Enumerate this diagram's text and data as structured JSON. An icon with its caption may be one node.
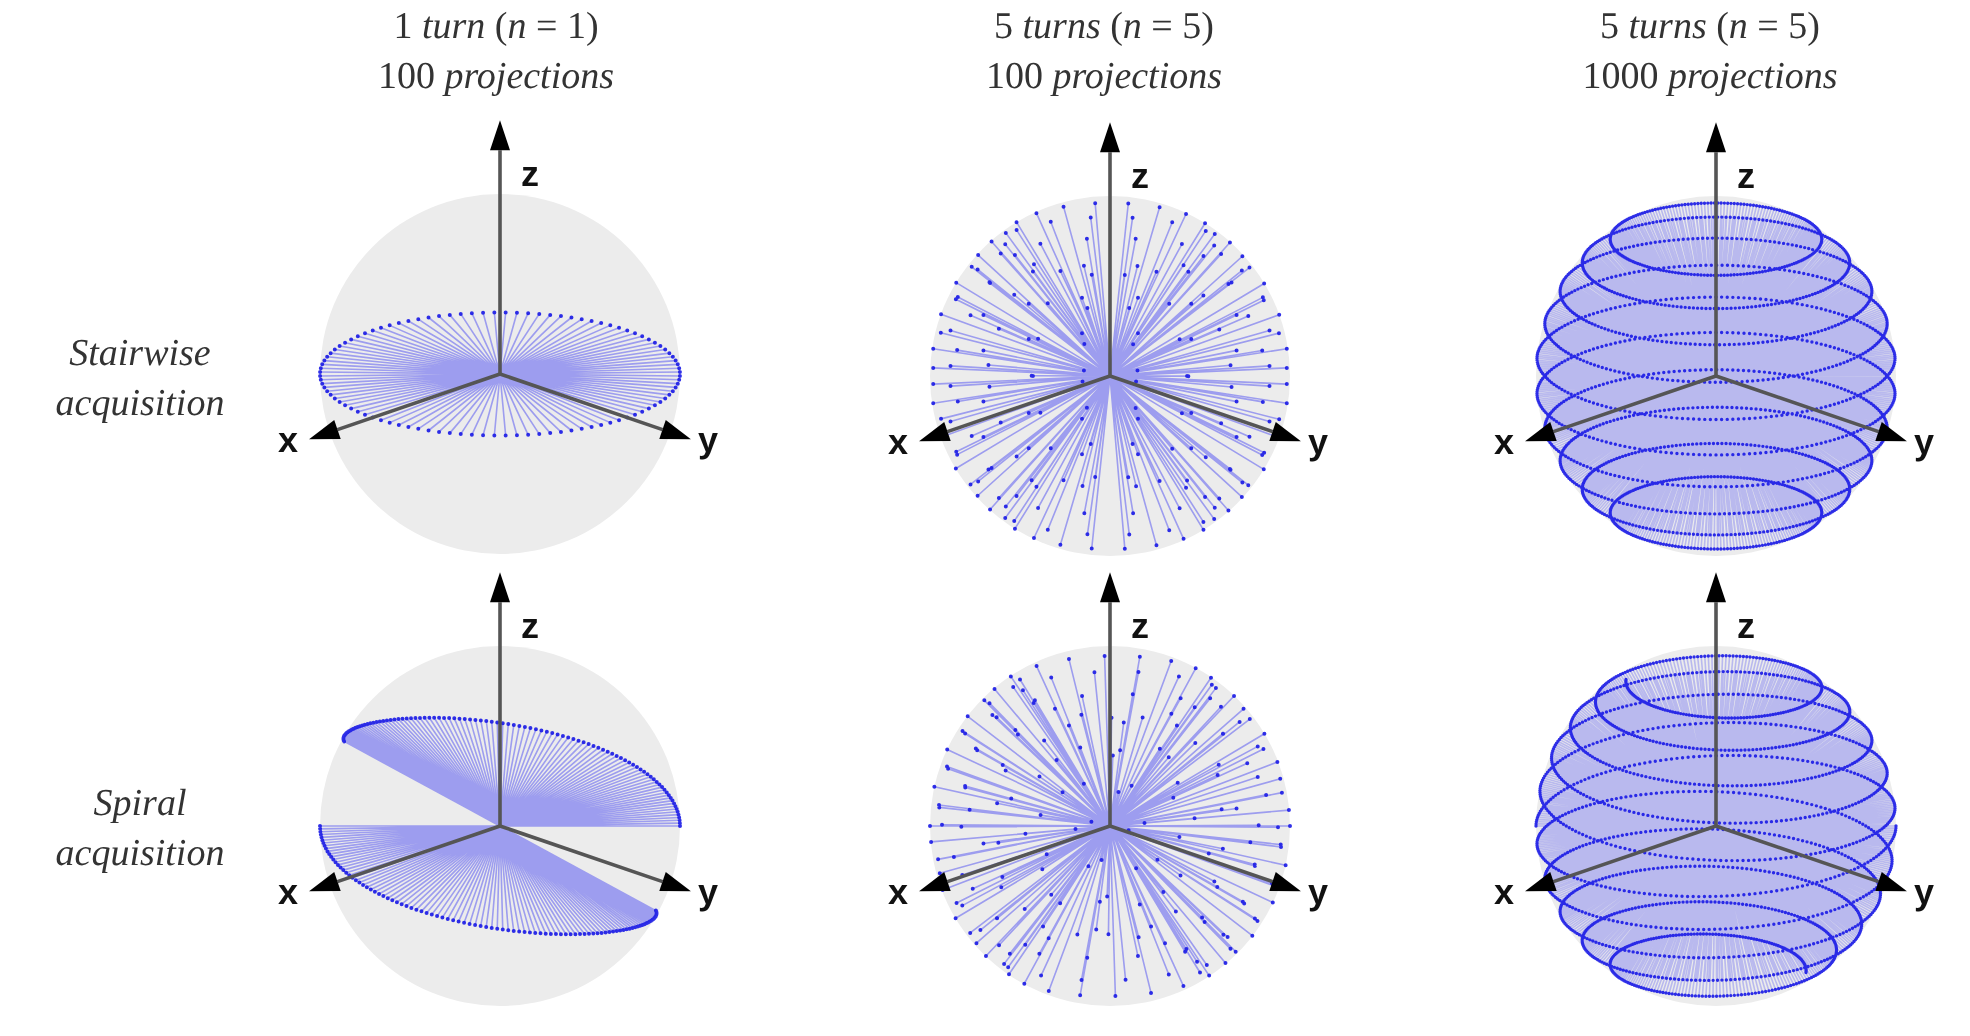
{
  "diagram": {
    "labels": [
      "1 *turn* (*n* = 1)",
      "100 *projections*",
      "5 *turns* (*n* = 5)",
      "100 *projections*",
      "5 *turns* (*n* = 5)",
      "1000 *projections*",
      "z",
      "z",
      "z",
      "Stairwise acquisition",
      "x",
      "y",
      "x",
      "y",
      "x",
      "y",
      "z",
      "z",
      "z",
      "Spiral acquisition",
      "x",
      "y",
      "x",
      "y",
      "x",
      "y"
    ]
  }
}
